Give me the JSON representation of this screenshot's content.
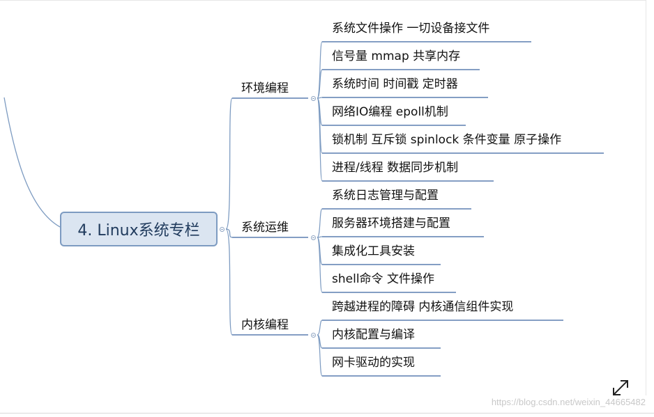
{
  "mindmap": {
    "root": "4. Linux系统专栏",
    "branches": [
      {
        "label": "环境编程",
        "children": [
          "系统文件操作 一切设备接文件",
          "信号量 mmap 共享内存",
          "系统时间 时间戳 定时器",
          "网络IO编程 epoll机制",
          "锁机制 互斥锁 spinlock 条件变量 原子操作",
          "进程/线程 数据同步机制"
        ]
      },
      {
        "label": "系统运维",
        "children": [
          "系统日志管理与配置",
          "服务器环境搭建与配置",
          "集成化工具安装",
          "shell命令 文件操作"
        ]
      },
      {
        "label": "内核编程",
        "children": [
          "跨越进程的障碍 内核通信组件实现",
          "内核配置与编译",
          "网卡驱动的实现"
        ]
      }
    ]
  },
  "colors": {
    "connector": "#7d9bc1",
    "underline": "#5b7fb0",
    "root_fill": "#dbe5f1",
    "root_border": "#7d9bc1"
  },
  "icons": [
    "collapse-toggle-icon",
    "resize-icon"
  ],
  "watermark": "https://blog.csdn.net/weixin_44665482"
}
